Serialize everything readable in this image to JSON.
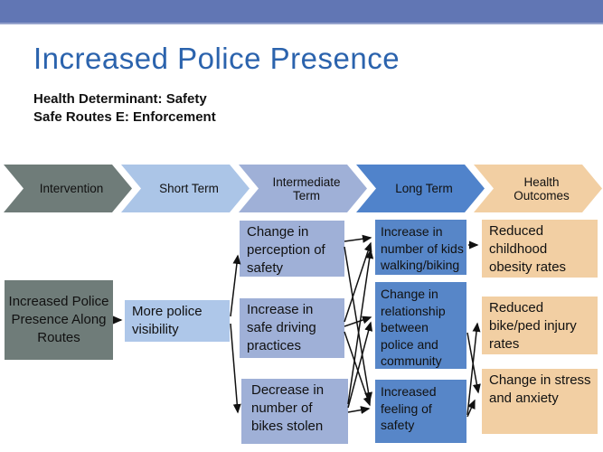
{
  "slide": {
    "title": "Increased Police Presence",
    "subtitle_line1": "Health Determinant: Safety",
    "subtitle_line2": "Safe Routes E: Enforcement"
  },
  "colors": {
    "top_bar": "#6176B4",
    "title_text": "#2B63AD",
    "stage_intervention": "#6F7C79",
    "stage_short_term": "#ABC5E7",
    "stage_intermediate": "#9FB0D7",
    "stage_long_term": "#5083CB",
    "stage_outcomes": "#F2CFA3",
    "box_gray": "#6F7C79",
    "box_light_blue": "#AEC7E9",
    "box_periwinkle": "#9FB0D7",
    "box_blue": "#5786C8",
    "box_tan": "#F2CFA3",
    "arrow": "#111111"
  },
  "stages": [
    {
      "label": "Intervention"
    },
    {
      "label": "Short Term"
    },
    {
      "label": "Intermediate Term"
    },
    {
      "label": "Long Term"
    },
    {
      "label": "Health Outcomes"
    }
  ],
  "flow_boxes": {
    "intervention": "Increased Police Presence Along Routes",
    "short_term": "More police visibility",
    "intermediate": [
      "Change in perception of safety",
      "Increase in safe driving practices",
      "Decrease in number of bikes stolen"
    ],
    "long_term": [
      "Increase in number of kids walking/biking",
      "Change in relationship between police and community",
      "Increased feeling of safety"
    ],
    "outcomes": [
      "Reduced childhood obesity rates",
      "Reduced bike/ped injury rates",
      "Change in stress and anxiety"
    ]
  },
  "connections": [
    {
      "from": "increased-police-presence",
      "to": "more-police-visibility"
    },
    {
      "from": "more-police-visibility",
      "to": "change-in-perception-of-safety"
    },
    {
      "from": "more-police-visibility",
      "to": "decrease-in-bikes-stolen"
    },
    {
      "from": "change-in-perception-of-safety",
      "to": "kids-walking-biking"
    },
    {
      "from": "change-in-perception-of-safety",
      "to": "increased-feeling-of-safety"
    },
    {
      "from": "safe-driving-practices",
      "to": "kids-walking-biking"
    },
    {
      "from": "safe-driving-practices",
      "to": "police-community-relationship"
    },
    {
      "from": "safe-driving-practices",
      "to": "increased-feeling-of-safety"
    },
    {
      "from": "decrease-in-bikes-stolen",
      "to": "kids-walking-biking"
    },
    {
      "from": "decrease-in-bikes-stolen",
      "to": "police-community-relationship"
    },
    {
      "from": "decrease-in-bikes-stolen",
      "to": "increased-feeling-of-safety"
    },
    {
      "from": "kids-walking-biking",
      "to": "reduced-childhood-obesity"
    },
    {
      "from": "police-community-relationship",
      "to": "change-in-stress-anxiety"
    },
    {
      "from": "increased-feeling-of-safety",
      "to": "reduced-bike-ped-injury"
    },
    {
      "from": "increased-feeling-of-safety",
      "to": "change-in-stress-anxiety"
    }
  ]
}
